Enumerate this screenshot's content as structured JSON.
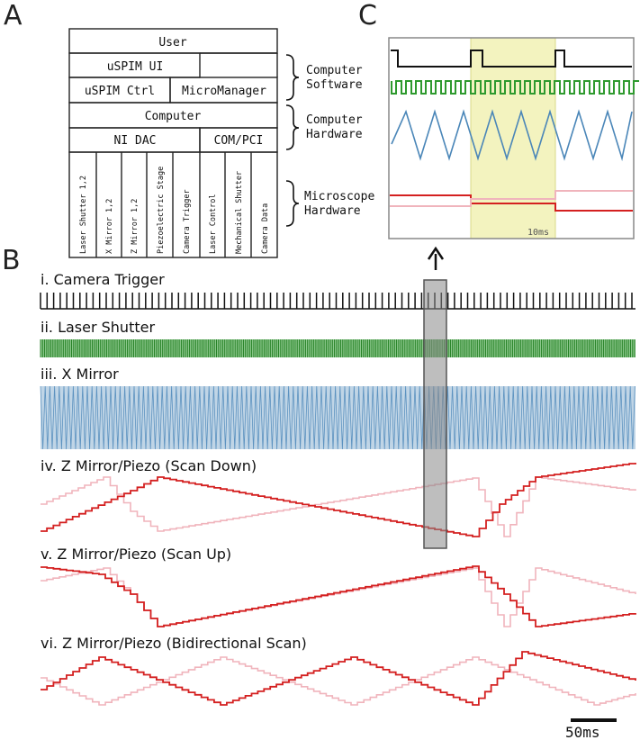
{
  "panels": {
    "a": "A",
    "b": "B",
    "c": "C"
  },
  "stack": {
    "user": "User",
    "uspim_ui": "uSPIM UI",
    "uspim_ctrl": "uSPIM Ctrl",
    "micromanager": "MicroManager",
    "computer": "Computer",
    "ni_dac": "NI DAC",
    "com_pci": "COM/PCI",
    "vertical": [
      "Laser Shutter 1,2",
      "X Mirror 1,2",
      "Z Mirror 1,2",
      "Piezoelectric Stage",
      "Camera Trigger",
      "Laser Control",
      "Mechanical Shutter",
      "Camera Data"
    ],
    "brackets": [
      {
        "line1": "Computer",
        "line2": "Software"
      },
      {
        "line1": "Computer",
        "line2": "Hardware"
      },
      {
        "line1": "Microscope",
        "line2": "Hardware"
      }
    ]
  },
  "zoom": {
    "scale_label": "10ms"
  },
  "traces": {
    "camera": "i. Camera Trigger",
    "laser": "ii. Laser Shutter",
    "xmirror": "iii. X Mirror",
    "scan_down": "iv. Z Mirror/Piezo (Scan Down)",
    "scan_up": "v. Z Mirror/Piezo (Scan Up)",
    "bidir": "vi. Z Mirror/Piezo (Bidirectional Scan)"
  },
  "scalebar": {
    "label": "50ms"
  },
  "colors": {
    "green": "#2e9a2e",
    "blue": "#4a86b8",
    "red": "#d42020",
    "pink": "#f0b4bc",
    "highlight": "#f3f3bf"
  }
}
